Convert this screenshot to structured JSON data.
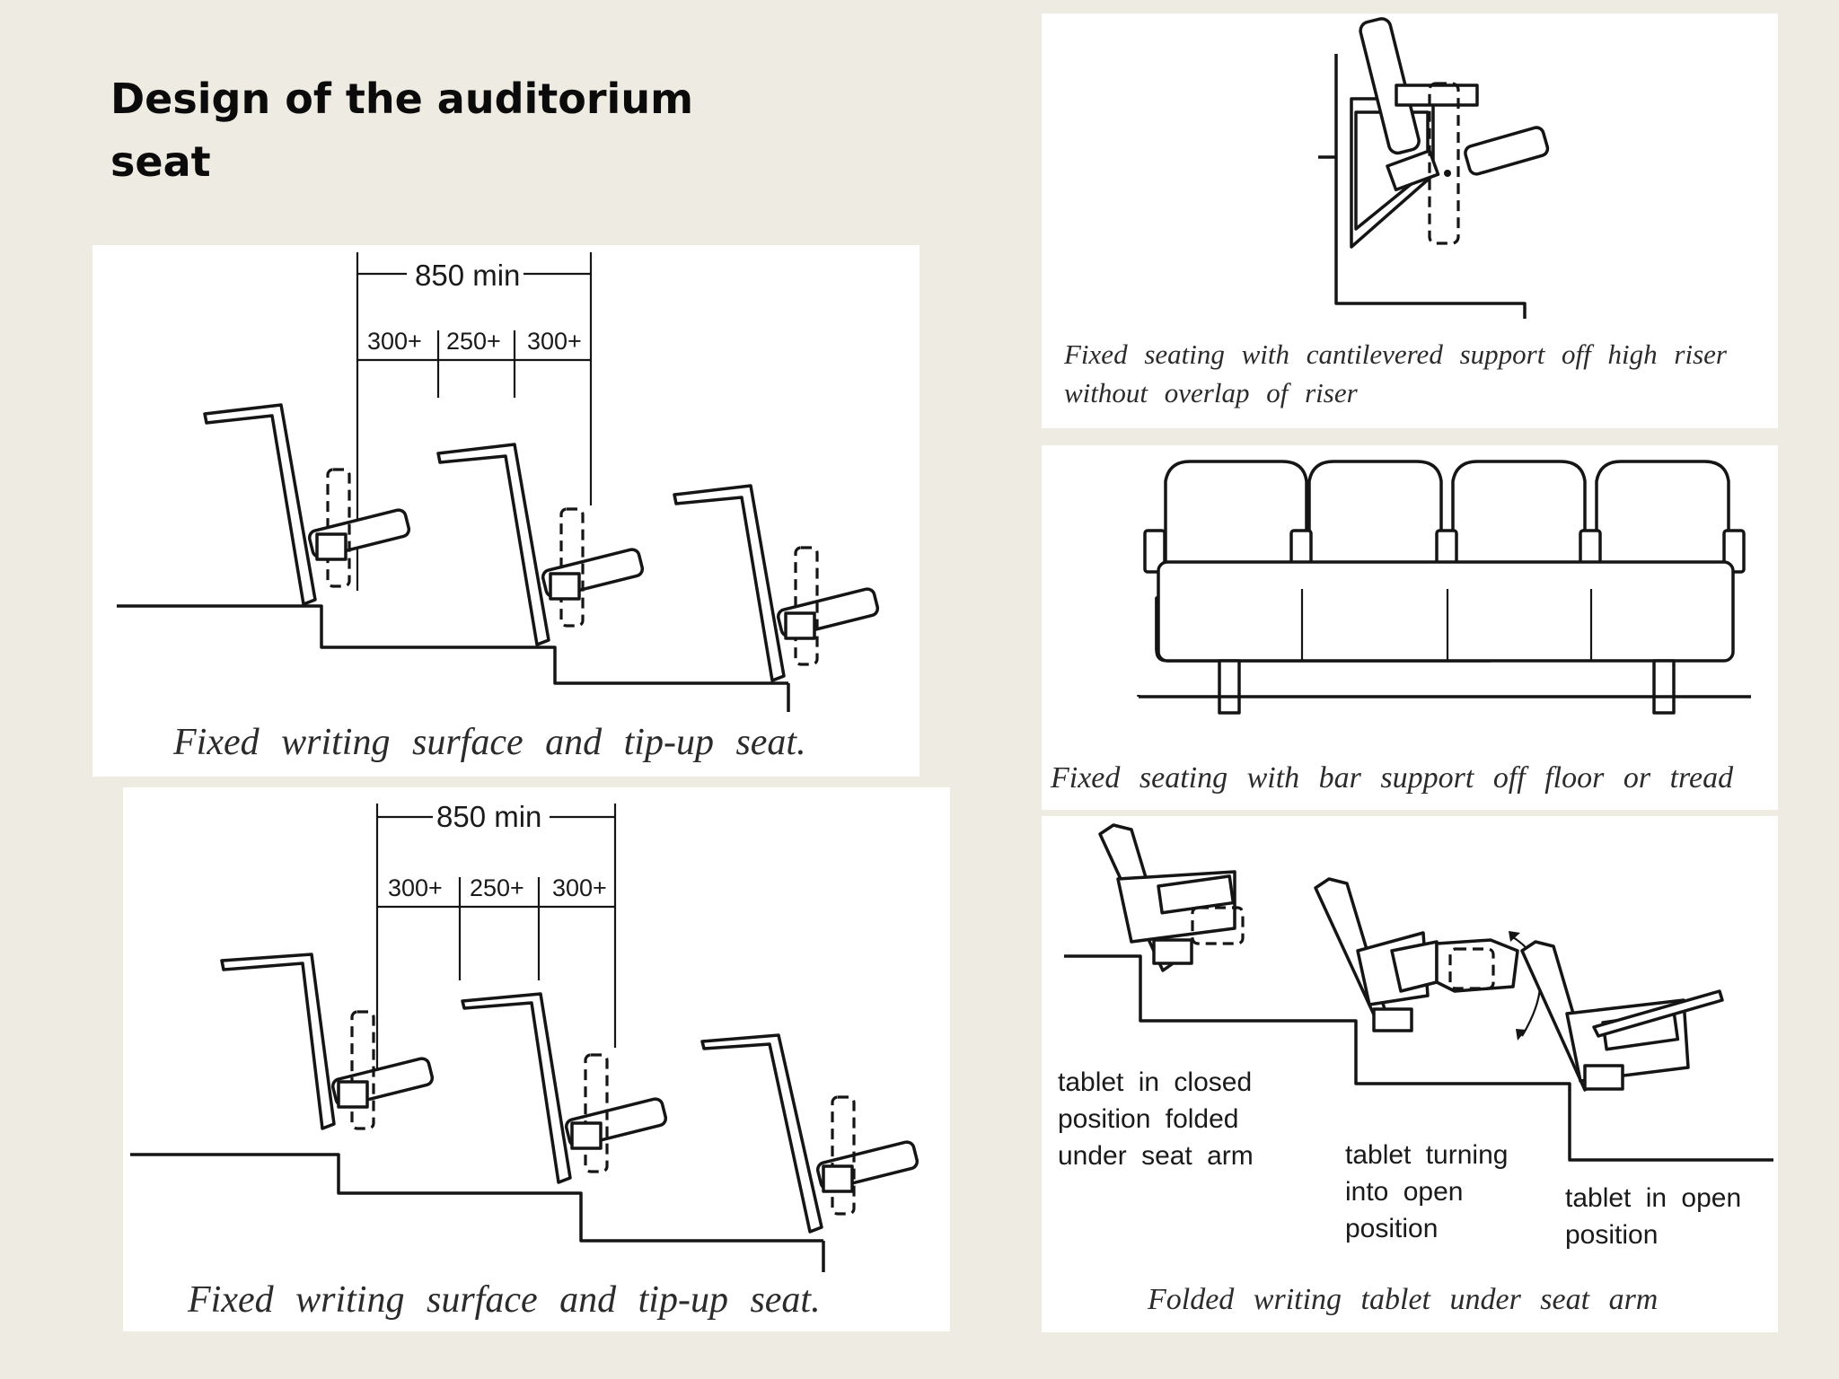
{
  "slide": {
    "title_line1": "Design of the auditorium",
    "title_line2": "seat"
  },
  "panel_top_left": {
    "dim_total": "850 min",
    "dim_a": "300+",
    "dim_b": "250+",
    "dim_c": "300+",
    "caption": "Fixed writing surface and tip-up seat."
  },
  "panel_bottom_left": {
    "dim_total": "850 min",
    "dim_a": "300+",
    "dim_b": "250+",
    "dim_c": "300+",
    "caption": "Fixed writing surface and tip-up seat."
  },
  "panel_cantilever": {
    "caption_line1": "Fixed seating with cantilevered support off high riser",
    "caption_line2": "without overlap of riser"
  },
  "panel_bar_support": {
    "caption": "Fixed seating with bar support off floor or tread"
  },
  "panel_tablet": {
    "note_closed": [
      "tablet in closed",
      "position folded",
      "under seat arm"
    ],
    "note_turning": [
      "tablet turning",
      "into open",
      "position"
    ],
    "note_open": [
      "tablet in open",
      "position"
    ],
    "caption": "Folded writing tablet under seat arm"
  }
}
